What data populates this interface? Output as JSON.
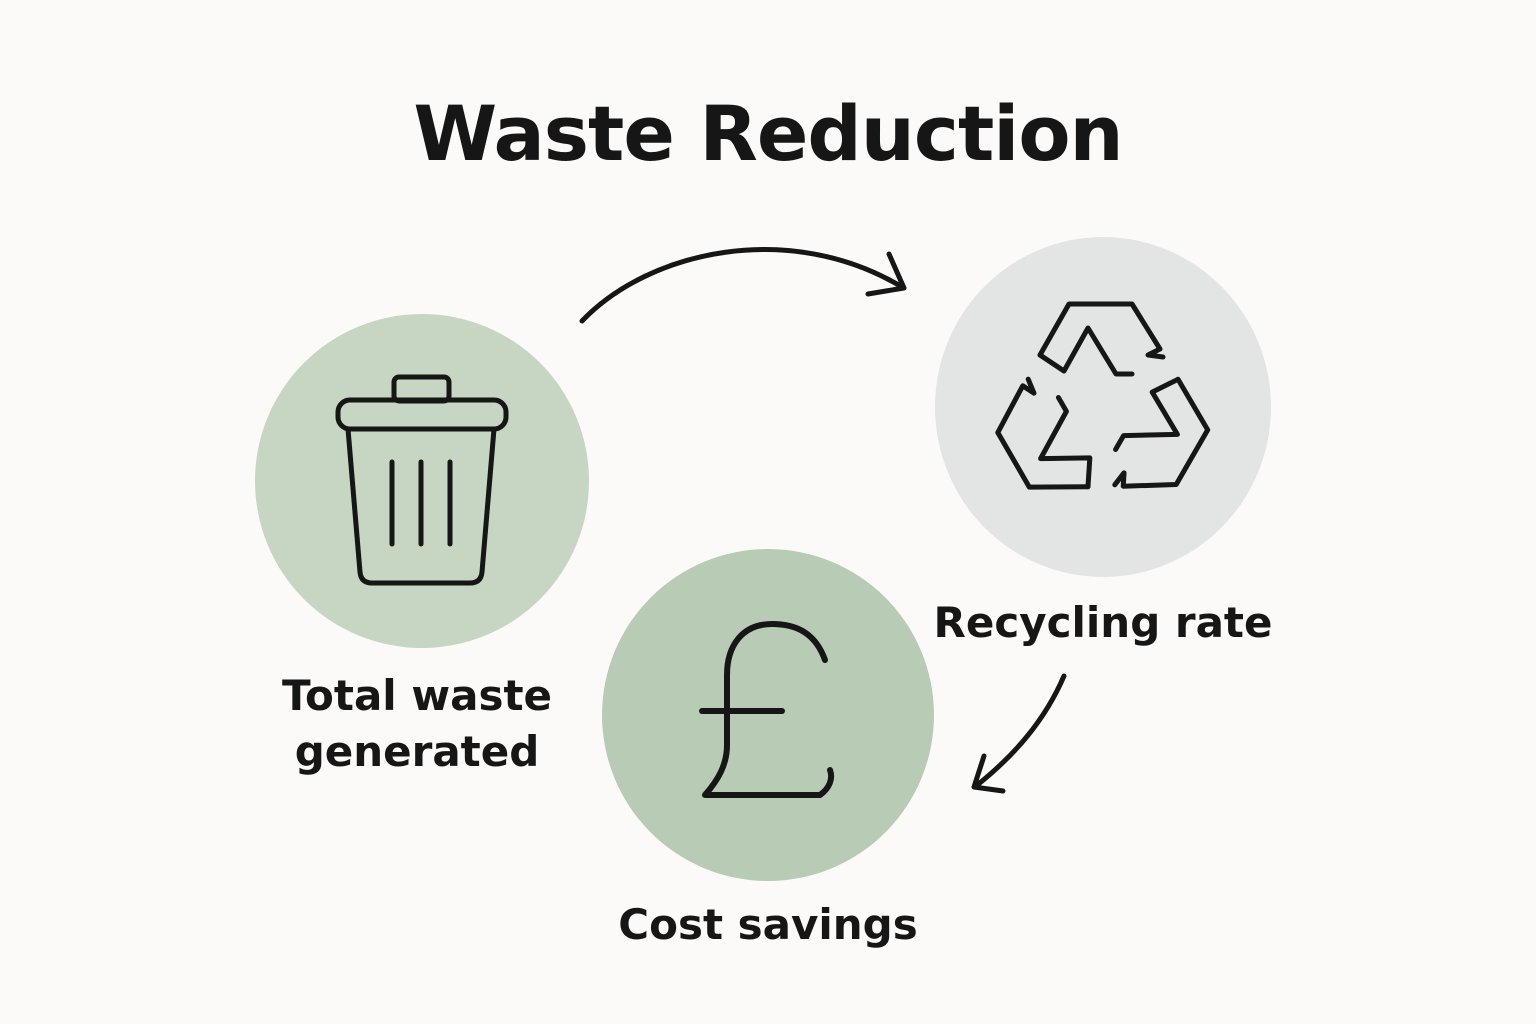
{
  "title": "Waste Reduction",
  "nodes": {
    "waste": {
      "label": "Total waste generated",
      "icon": "trash-bin-icon",
      "circle_color": "#c7d5c3"
    },
    "recycling": {
      "label": "Recycling rate",
      "icon": "recycle-icon",
      "circle_color": "#e2e5e4"
    },
    "cost": {
      "label": "Cost savings",
      "icon": "pound-sign-icon",
      "circle_color": "#b8cbb5"
    }
  },
  "colors": {
    "background": "#fbfaf8",
    "ink": "#161616"
  }
}
